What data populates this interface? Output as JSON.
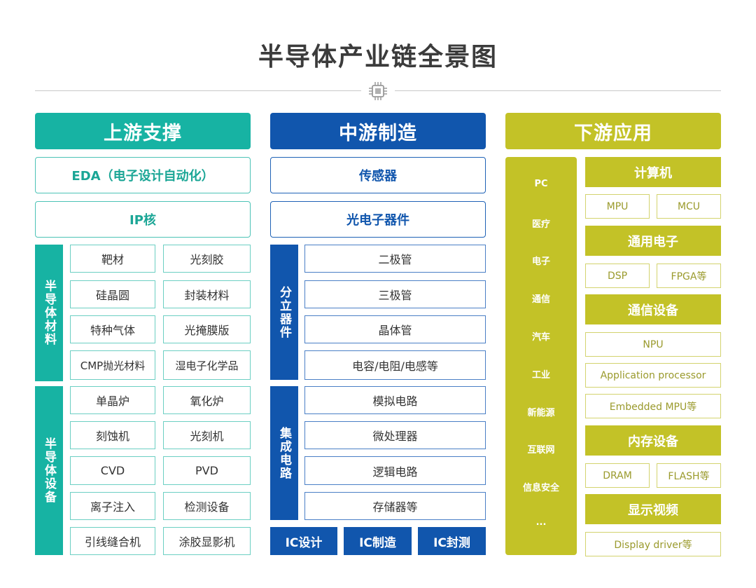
{
  "title": "半导体产业链全景图",
  "colors": {
    "teal": "#17b3a3",
    "blue": "#1156ad",
    "lime": "#c3c227"
  },
  "upstream": {
    "header": "上游支撑",
    "eda": "EDA（电子设计自动化）",
    "ip": "IP核",
    "materials": {
      "label": "半导体材料",
      "items": [
        "靶材",
        "光刻胶",
        "硅晶圆",
        "封装材料",
        "特种气体",
        "光掩膜版",
        "CMP抛光材料",
        "湿电子化学品"
      ]
    },
    "equipment": {
      "label": "半导体设备",
      "items": [
        "单晶炉",
        "氧化炉",
        "刻蚀机",
        "光刻机",
        "CVD",
        "PVD",
        "离子注入",
        "检测设备",
        "引线缝合机",
        "涂胶显影机"
      ]
    }
  },
  "midstream": {
    "header": "中游制造",
    "sensor": "传感器",
    "optoelectronic": "光电子器件",
    "discrete": {
      "label": "分立器件",
      "items": [
        "二极管",
        "三极管",
        "晶体管",
        "电容/电阻/电感等"
      ]
    },
    "ic": {
      "label": "集成电路",
      "items": [
        "模拟电路",
        "微处理器",
        "逻辑电路",
        "存储器等"
      ]
    },
    "bottom": [
      "IC设计",
      "IC制造",
      "IC封测"
    ]
  },
  "downstream": {
    "header": "下游应用",
    "applications": [
      "PC",
      "医疗",
      "电子",
      "通信",
      "汽车",
      "工业",
      "新能源",
      "互联网",
      "信息安全",
      "..."
    ],
    "computer": {
      "label": "计算机",
      "items": [
        "MPU",
        "MCU"
      ]
    },
    "general": {
      "label": "通用电子",
      "items": [
        "DSP",
        "FPGA等"
      ]
    },
    "comm": {
      "label": "通信设备",
      "items": [
        "NPU",
        "Application processor",
        "Embedded MPU等"
      ]
    },
    "memory": {
      "label": "内存设备",
      "items": [
        "DRAM",
        "FLASH等"
      ]
    },
    "display": {
      "label": "显示视频",
      "items": [
        "Display driver等"
      ]
    }
  }
}
